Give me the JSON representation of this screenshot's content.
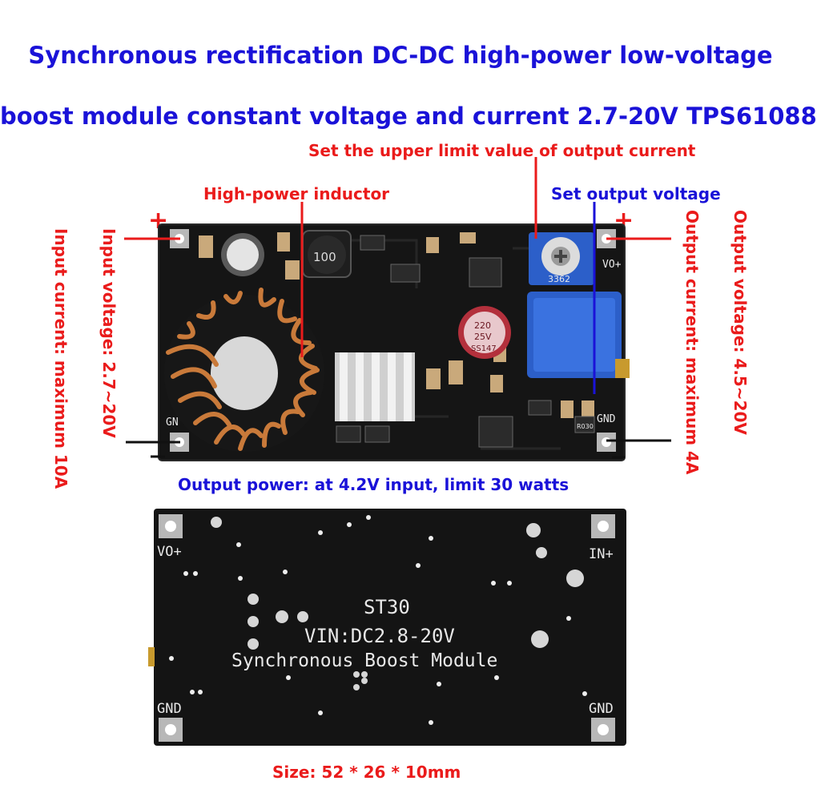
{
  "title_line1": "Synchronous rectification DC-DC high-power low-voltage",
  "title_line2": "boost module constant voltage and current 2.7-20V TPS61088",
  "labels": {
    "current_limit": "Set the upper limit value of output current",
    "inductor": "High-power inductor",
    "output_voltage_set": "Set output voltage",
    "input_voltage": "Input voltage: 2.7~20V",
    "input_current": "Input current: maximum 10A",
    "output_current": "Output current: maximum 4A",
    "output_voltage": "Output voltage: 4.5~20V",
    "output_power": "Output power: at 4.2V input, limit 30 watts",
    "size": "Size: 52 * 26 * 10mm",
    "plus_left": "+",
    "minus_left": "—",
    "plus_right": "+",
    "minus_right": "—"
  },
  "top_board": {
    "pad_top_right": "VO+",
    "pad_bottom_left": "GN",
    "pad_bottom_right": "GND",
    "inductor_code": "100",
    "cap_value_line1": "220",
    "cap_value_line2": "25V",
    "cap_series": "SS147",
    "pot_code": "3362",
    "resistor_code": "R030"
  },
  "bottom_board": {
    "vo_plus": "VO+",
    "in_plus": "IN+",
    "gnd_left": "GND",
    "gnd_right": "GND",
    "model": "ST30",
    "vin": "VIN:DC2.8-20V",
    "name": "Synchronous Boost Module"
  },
  "colors": {
    "blue_text": "#1a12d8",
    "red_text": "#ea1b1b",
    "pcb": "#141414",
    "copper": "#c97a3a",
    "trimmer_blue": "#2c5fc9"
  }
}
